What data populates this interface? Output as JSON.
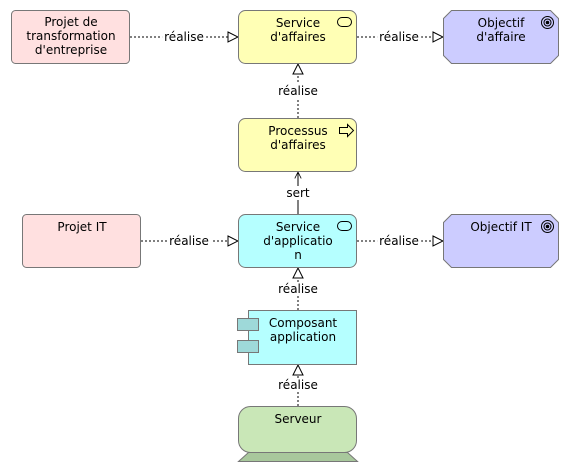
{
  "colors": {
    "motivation": "#ccccff",
    "strategy": "#ffe0e0",
    "business": "#ffffb5",
    "application": "#b5ffff",
    "technology": "#c9e7b7",
    "stroke": "#777777",
    "line": "#000000"
  },
  "nodes": {
    "projet_transformation": {
      "label": "Projet de\ntransformation\nd'entreprise"
    },
    "service_affaires": {
      "label": "Service\nd'affaires",
      "icon": "business-service-icon"
    },
    "objectif_affaire": {
      "label": "Objectif\nd'affaire",
      "icon": "goal-icon"
    },
    "processus_affaires": {
      "label": "Processus\nd'affaires",
      "icon": "process-arrow-icon"
    },
    "projet_it": {
      "label": "Projet  IT"
    },
    "service_application": {
      "label": "Service\nd'applicatio\nn",
      "icon": "application-service-icon"
    },
    "objectif_it": {
      "label": "Objectif IT",
      "icon": "goal-icon"
    },
    "composant_application": {
      "label": "Composant\napplication",
      "icon": "component-icon"
    },
    "serveur": {
      "label": "Serveur"
    }
  },
  "edges": {
    "e1": {
      "label": "réalise",
      "type": "realization"
    },
    "e2": {
      "label": "réalise",
      "type": "realization"
    },
    "e3": {
      "label": "réalise",
      "type": "realization"
    },
    "e4": {
      "label": "sert",
      "type": "serving"
    },
    "e5": {
      "label": "réalise",
      "type": "realization"
    },
    "e6": {
      "label": "réalise",
      "type": "realization"
    },
    "e7": {
      "label": "réalise",
      "type": "realization"
    },
    "e8": {
      "label": "réalise",
      "type": "realization"
    }
  }
}
